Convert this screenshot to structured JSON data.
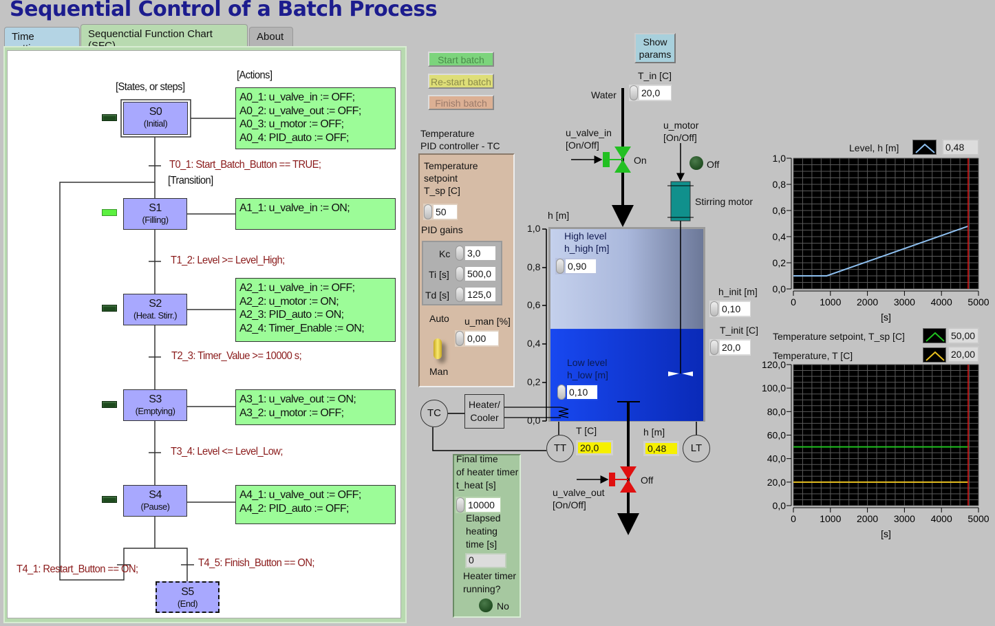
{
  "title": "Sequential Control of a Batch Process",
  "tabs": [
    {
      "label": "Time settings",
      "active": false
    },
    {
      "label": "Sequenctial Function Chart (SFC)",
      "active": true
    },
    {
      "label": "About",
      "active": false
    }
  ],
  "sfc": {
    "states_header": "[States, or steps]",
    "actions_header": "[Actions]",
    "transition_label": "[Transition]",
    "states": [
      {
        "id": "S0",
        "name": "(Initial)",
        "active": false
      },
      {
        "id": "S1",
        "name": "(Filling)",
        "active": true
      },
      {
        "id": "S2",
        "name": "(Heat. Stirr.)",
        "active": false
      },
      {
        "id": "S3",
        "name": "(Emptying)",
        "active": false
      },
      {
        "id": "S4",
        "name": "(Pause)",
        "active": false
      },
      {
        "id": "S5",
        "name": "(End)"
      }
    ],
    "actions": [
      [
        "A0_1: u_valve_in := OFF;",
        "A0_2: u_valve_out := OFF;",
        "A0_3: u_motor := OFF;",
        "A0_4: PID_auto := OFF;"
      ],
      [
        "A1_1: u_valve_in := ON;"
      ],
      [
        "A2_1: u_valve_in := OFF;",
        "A2_2: u_motor := ON;",
        "A2_3: PID_auto := ON;",
        "A2_4: Timer_Enable := ON;"
      ],
      [
        "A3_1: u_valve_out := ON;",
        "A3_2: u_motor := OFF;"
      ],
      [
        "A4_1: u_valve_out := OFF;",
        "A4_2: PID_auto := OFF;"
      ]
    ],
    "transitions": [
      "T0_1: Start_Batch_Button == TRUE;",
      "T1_2: Level >= Level_High;",
      "T2_3: Timer_Value >= 10000 s;",
      "T3_4: Level <= Level_Low;",
      "T4_1: Restart_Button == ON;",
      "T4_5: Finish_Button == ON;"
    ]
  },
  "buttons": {
    "start": "Start batch",
    "restart": "Re-start batch",
    "finish": "Finish batch",
    "show_params": "Show params"
  },
  "process": {
    "t_in_label": "T_in [C]",
    "t_in": "20,0",
    "water": "Water",
    "u_valve_in_label": "u_valve_in\n[On/Off]",
    "u_valve_in_state": "On",
    "u_motor_label": "u_motor\n[On/Off]",
    "u_motor_state": "Off",
    "stirring_motor": "Stirring motor",
    "h_axis_label": "h [m]",
    "h_ticks": [
      "1,0",
      "0,8",
      "0,6",
      "0,4",
      "0,2",
      "0,0"
    ],
    "high_level_label": "High level\nh_high [m]",
    "h_high": "0,90",
    "low_level_label": "Low level\nh_low [m]",
    "h_low": "0,10",
    "tank_level": 0.48,
    "h_init_label": "h_init [m]",
    "h_init": "0,10",
    "t_init_label": "T_init [C]",
    "t_init": "20,0",
    "tc": "TC",
    "tt": "TT",
    "lt": "LT",
    "heater": "Heater/\nCooler",
    "t_label": "T [C]",
    "t_value": "20,0",
    "h_label": "h [m]",
    "h_value": "0,48",
    "u_valve_out_label": "u_valve_out\n[On/Off]",
    "u_valve_out_state": "Off",
    "colors": {
      "valve_in": "#22c022",
      "valve_out": "#e01010",
      "water_dark": "#1040e0",
      "motor": "#10908c"
    }
  },
  "pid": {
    "title": "Temperature\nPID controller - TC",
    "setpoint_label": "Temperature\nsetpoint\nT_sp [C]",
    "setpoint": "50",
    "gains_label": "PID gains",
    "kc_label": "Kc",
    "kc": "3,0",
    "ti_label": "Ti [s]",
    "ti": "500,0",
    "td_label": "Td [s]",
    "td": "125,0",
    "auto": "Auto",
    "man": "Man",
    "u_man_label": "u_man [%]",
    "u_man": "0,00"
  },
  "timer": {
    "final_label": "Final time\nof heater timer\nt_heat [s]",
    "t_heat": "10000",
    "elapsed_label": "Elapsed\nheating\ntime [s]",
    "elapsed": "0",
    "running_label": "Heater timer\nrunning?",
    "running": "No"
  },
  "chart_data": [
    {
      "type": "line",
      "xlabel": "[s]",
      "xlim": [
        0,
        5000
      ],
      "ylim": [
        0,
        1
      ],
      "grid": true,
      "xticks": [
        "0",
        "1000",
        "2000",
        "3000",
        "4000",
        "5000"
      ],
      "yticks": [
        "0,0",
        "0,2",
        "0,4",
        "0,6",
        "0,8",
        "1,0"
      ],
      "cursor_x": 4720,
      "series": [
        {
          "name": "Level, h [m]",
          "color": "#8ec0f0",
          "value_display": "0,48",
          "x": [
            0,
            900,
            4720
          ],
          "y": [
            0.1,
            0.1,
            0.48
          ]
        }
      ]
    },
    {
      "type": "line",
      "xlabel": "[s]",
      "xlim": [
        0,
        5000
      ],
      "ylim": [
        0,
        120
      ],
      "grid": true,
      "xticks": [
        "0",
        "1000",
        "2000",
        "3000",
        "4000",
        "5000"
      ],
      "yticks": [
        "0,0",
        "20,0",
        "40,0",
        "60,0",
        "80,0",
        "100,0",
        "120,0"
      ],
      "cursor_x": 4720,
      "series": [
        {
          "name": "Temperature setpoint, T_sp [C]",
          "color": "#20c020",
          "value_display": "50,00",
          "x": [
            0,
            4720
          ],
          "y": [
            50,
            50
          ]
        },
        {
          "name": "Temperature, T [C]",
          "color": "#e8c020",
          "value_display": "20,00",
          "x": [
            0,
            4720
          ],
          "y": [
            20,
            20
          ]
        }
      ]
    }
  ]
}
